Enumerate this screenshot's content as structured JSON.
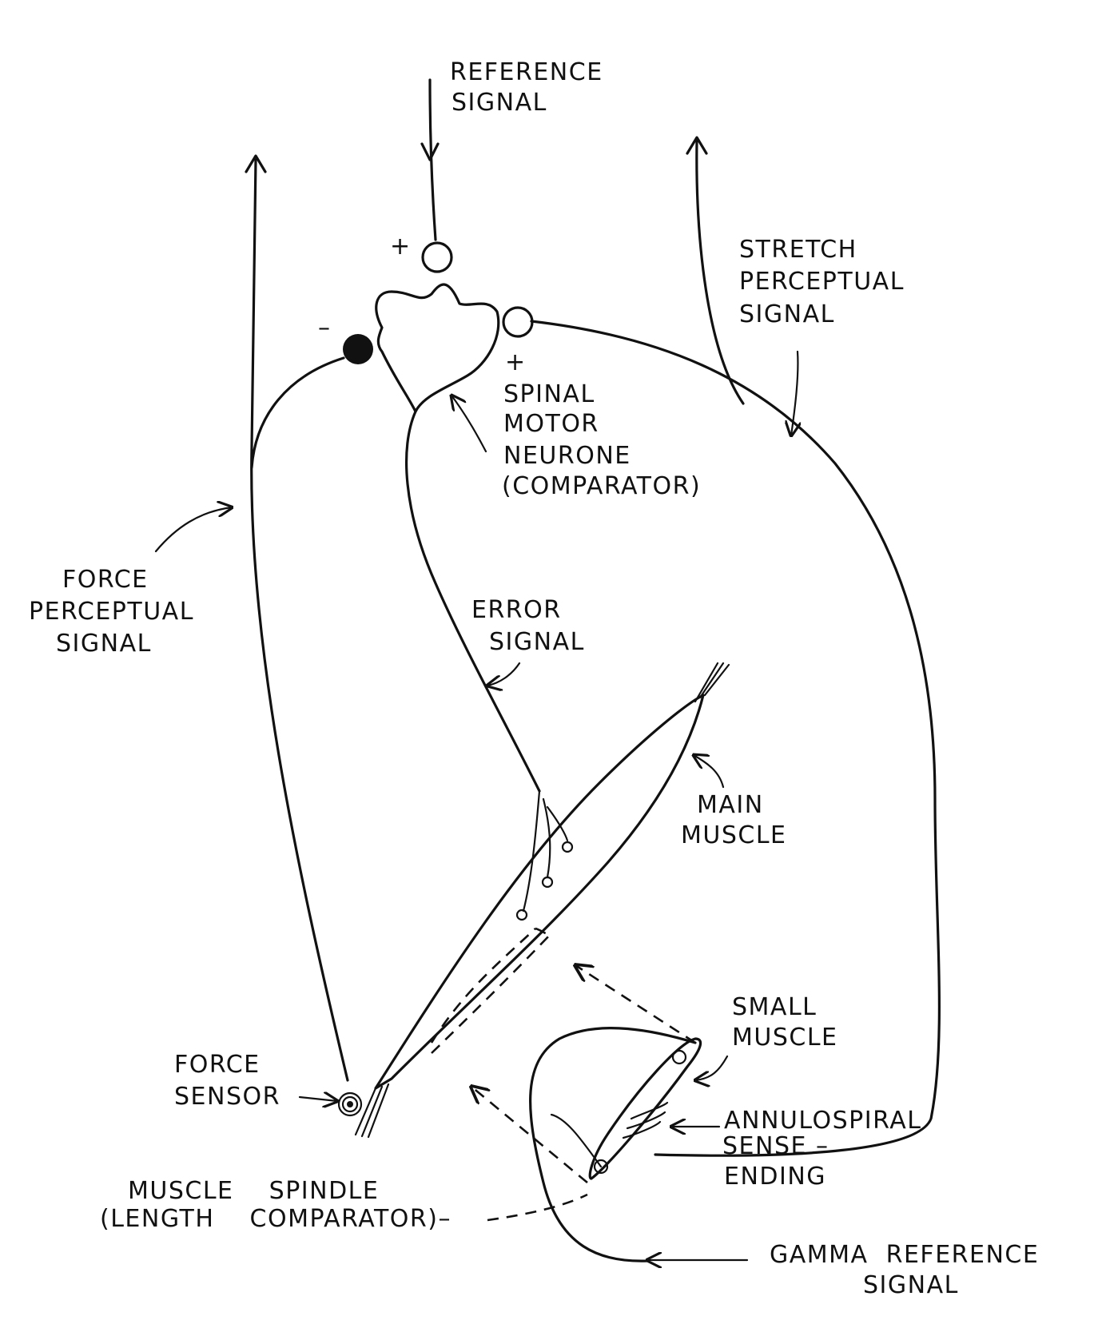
{
  "labels": {
    "reference_signal": [
      "REFERENCE",
      "SIGNAL"
    ],
    "plus_top": "+",
    "minus": "–",
    "plus_right": "+",
    "stretch_perceptual_signal": [
      "STRETCH",
      "PERCEPTUAL",
      "SIGNAL"
    ],
    "spinal_motor_neurone": [
      "SPINAL",
      "MOTOR",
      "NEURONE",
      "(COMPARATOR)"
    ],
    "force_perceptual_signal": [
      "FORCE",
      "PERCEPTUAL",
      "SIGNAL"
    ],
    "error_signal": [
      "ERROR",
      "SIGNAL"
    ],
    "main_muscle": [
      "MAIN",
      "MUSCLE"
    ],
    "small_muscle": [
      "SMALL",
      "MUSCLE"
    ],
    "force_sensor": [
      "FORCE",
      "SENSOR"
    ],
    "annulospiral": [
      "ANNULOSPIRAL",
      "SENSE –",
      "ENDING"
    ],
    "muscle_spindle": [
      "MUSCLE    SPINDLE",
      "(LENGTH    COMPARATOR)–"
    ],
    "gamma_reference_signal": [
      "GAMMA  REFERENCE",
      "SIGNAL"
    ]
  },
  "colors": {
    "ink": "#111111",
    "background": "#ffffff"
  }
}
